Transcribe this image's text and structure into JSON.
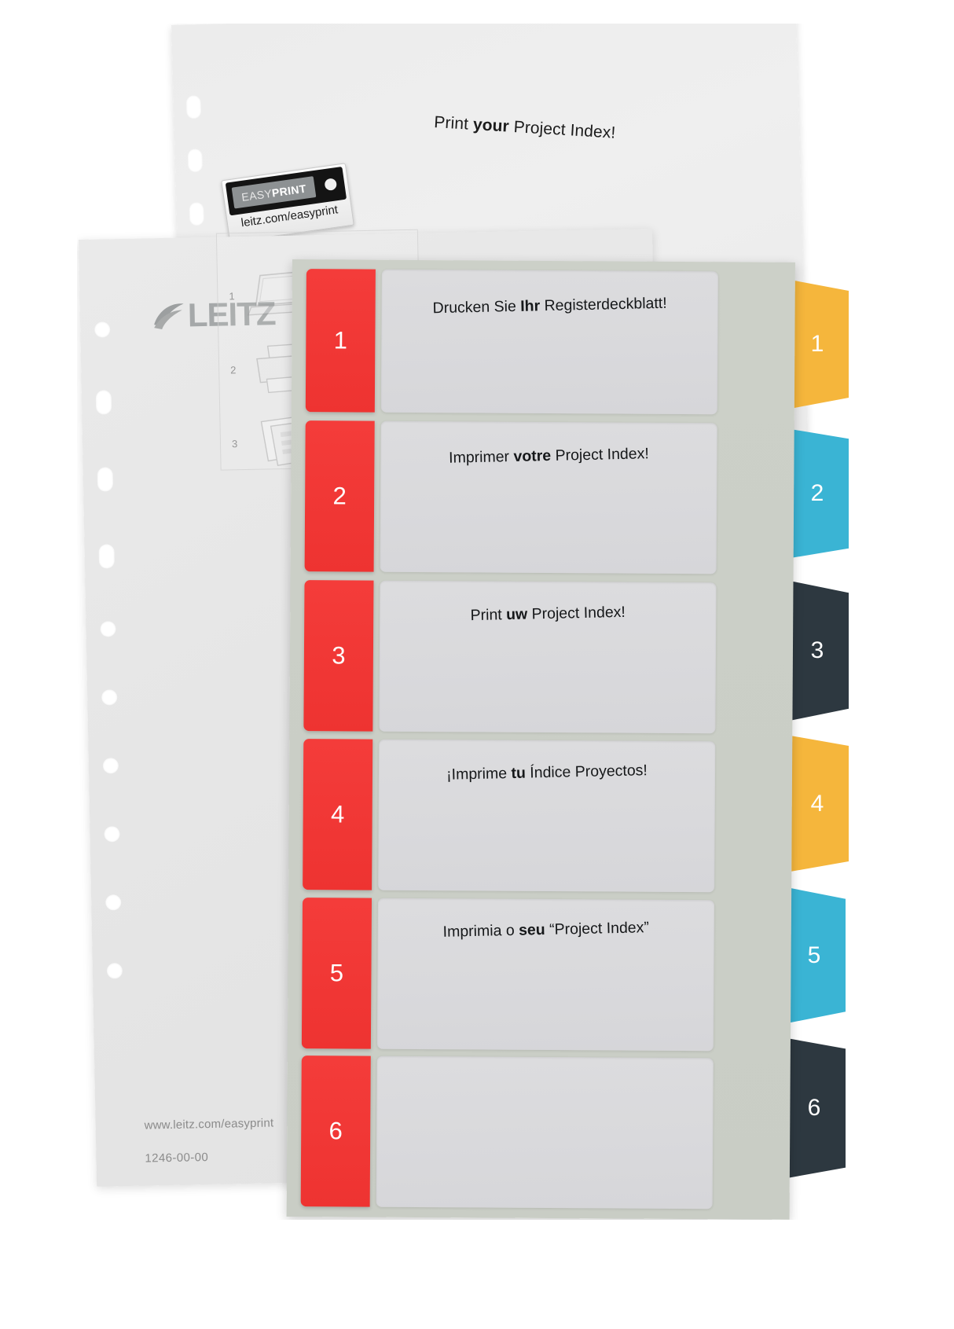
{
  "product": {
    "brand": "LEITZ",
    "badge_title": "EASYPRINT",
    "badge_url": "leitz.com/easyprint",
    "headline": {
      "pre": "Print ",
      "bold": "your",
      "post": " Project Index!"
    },
    "footer_url": "www.leitz.com/easyprint",
    "article_code": "1246-00-00"
  },
  "instructions": {
    "steps": [
      {
        "number": "1",
        "icon": "laptop-icon"
      },
      {
        "number": "2",
        "icon": "printer-icon"
      },
      {
        "number": "3",
        "icon": "printed-sheets-icon"
      }
    ]
  },
  "divider": {
    "rows": [
      {
        "number": "1",
        "pre": "Drucken Sie ",
        "bold": "Ihr",
        "post": " Registerdeckblatt!"
      },
      {
        "number": "2",
        "pre": "Imprimer ",
        "bold": "votre",
        "post": " Project Index!"
      },
      {
        "number": "3",
        "pre": "Print ",
        "bold": "uw",
        "post": " Project Index!"
      },
      {
        "number": "4",
        "pre": "¡Imprime ",
        "bold": "tu",
        "post": " Índice Proyectos!"
      },
      {
        "number": "5",
        "pre": "Imprimia o ",
        "bold": "seu",
        "post": " “Project Index”"
      },
      {
        "number": "6",
        "pre": "",
        "bold": "",
        "post": ""
      }
    ],
    "tabs": [
      {
        "number": "1",
        "color": "#f5b63c"
      },
      {
        "number": "2",
        "color": "#3ab4d4"
      },
      {
        "number": "3",
        "color": "#2d3840"
      },
      {
        "number": "4",
        "color": "#f5b63c"
      },
      {
        "number": "5",
        "color": "#3ab4d4"
      },
      {
        "number": "6",
        "color": "#2d3840"
      }
    ],
    "index_strip_color": "#ee3331",
    "body_color": "#ccd0c8"
  }
}
